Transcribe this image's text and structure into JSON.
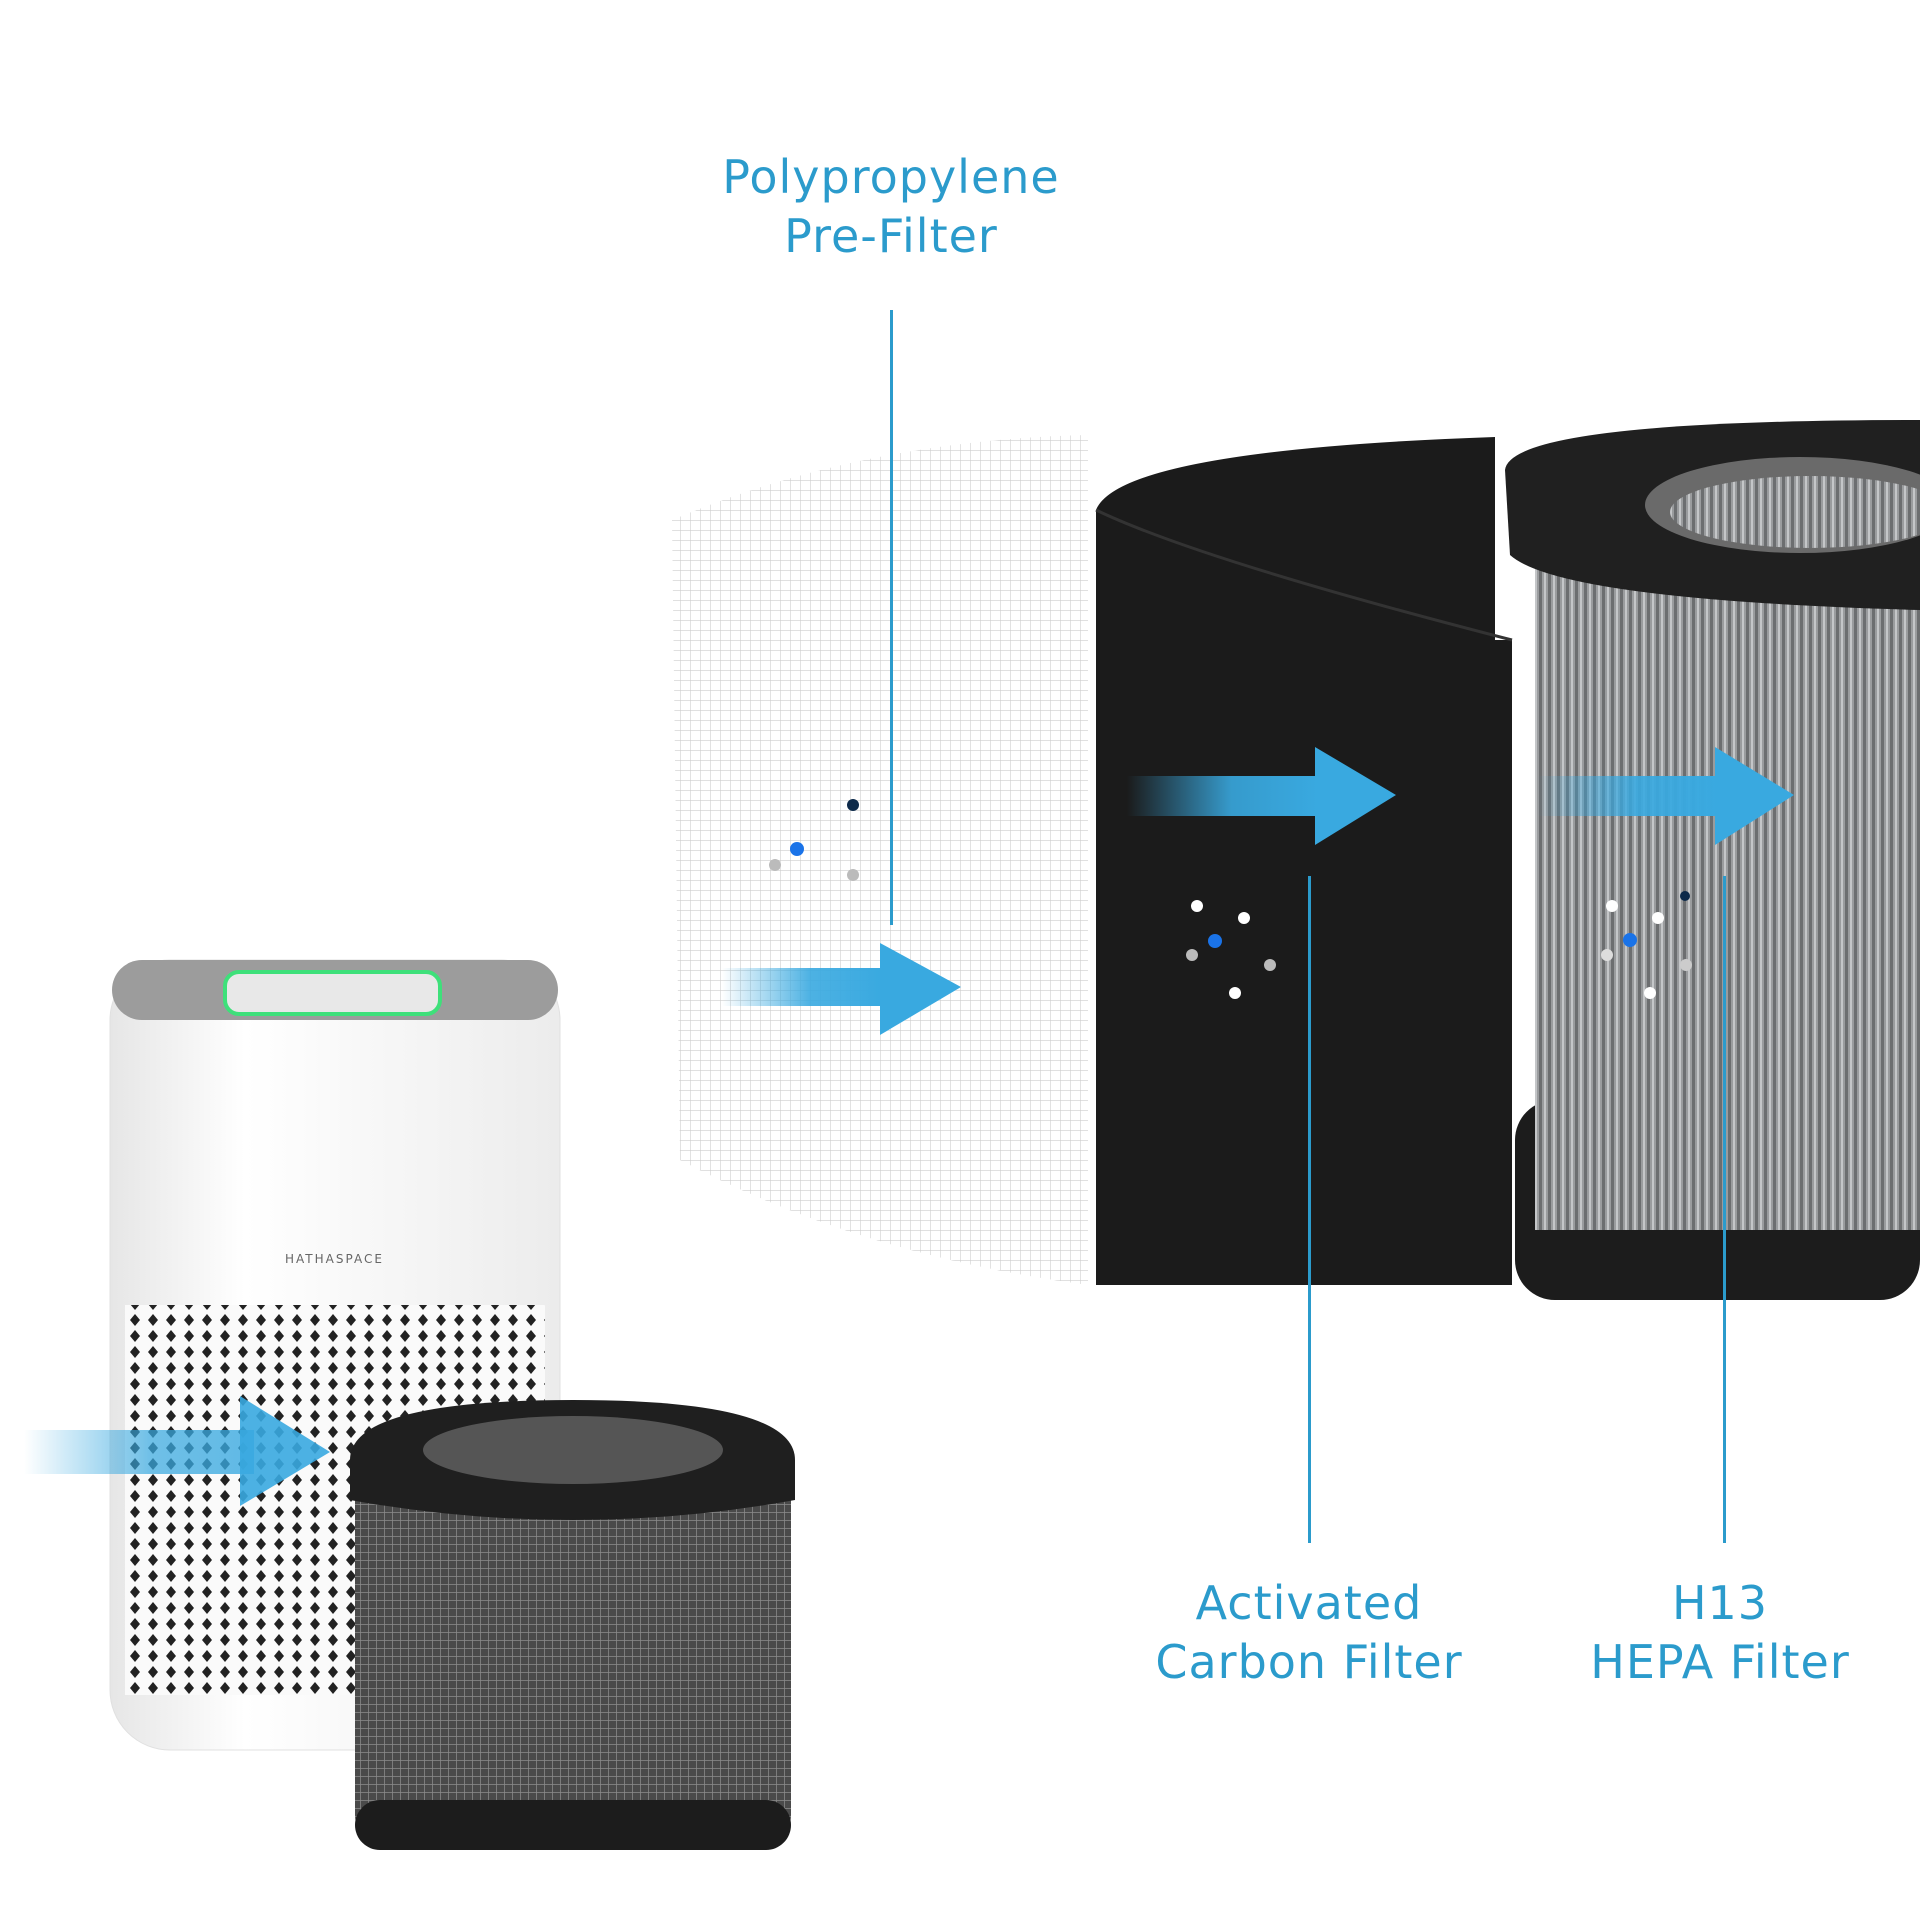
{
  "labels": {
    "pre_filter": {
      "line1": "Polypropylene",
      "line2": "Pre-Filter"
    },
    "carbon_filter": {
      "line1": "Activated",
      "line2": "Carbon Filter"
    },
    "hepa_filter": {
      "line1": "H13",
      "line2": "HEPA Filter"
    }
  },
  "brand_logo": "HATHASPACE",
  "colors": {
    "label_text": "#2b9bcc",
    "arrow": "#39a9e0",
    "carbon": "#1b1b1b",
    "hepa_body": "#8a8c8e",
    "purifier_glow": "#3ee07a"
  }
}
